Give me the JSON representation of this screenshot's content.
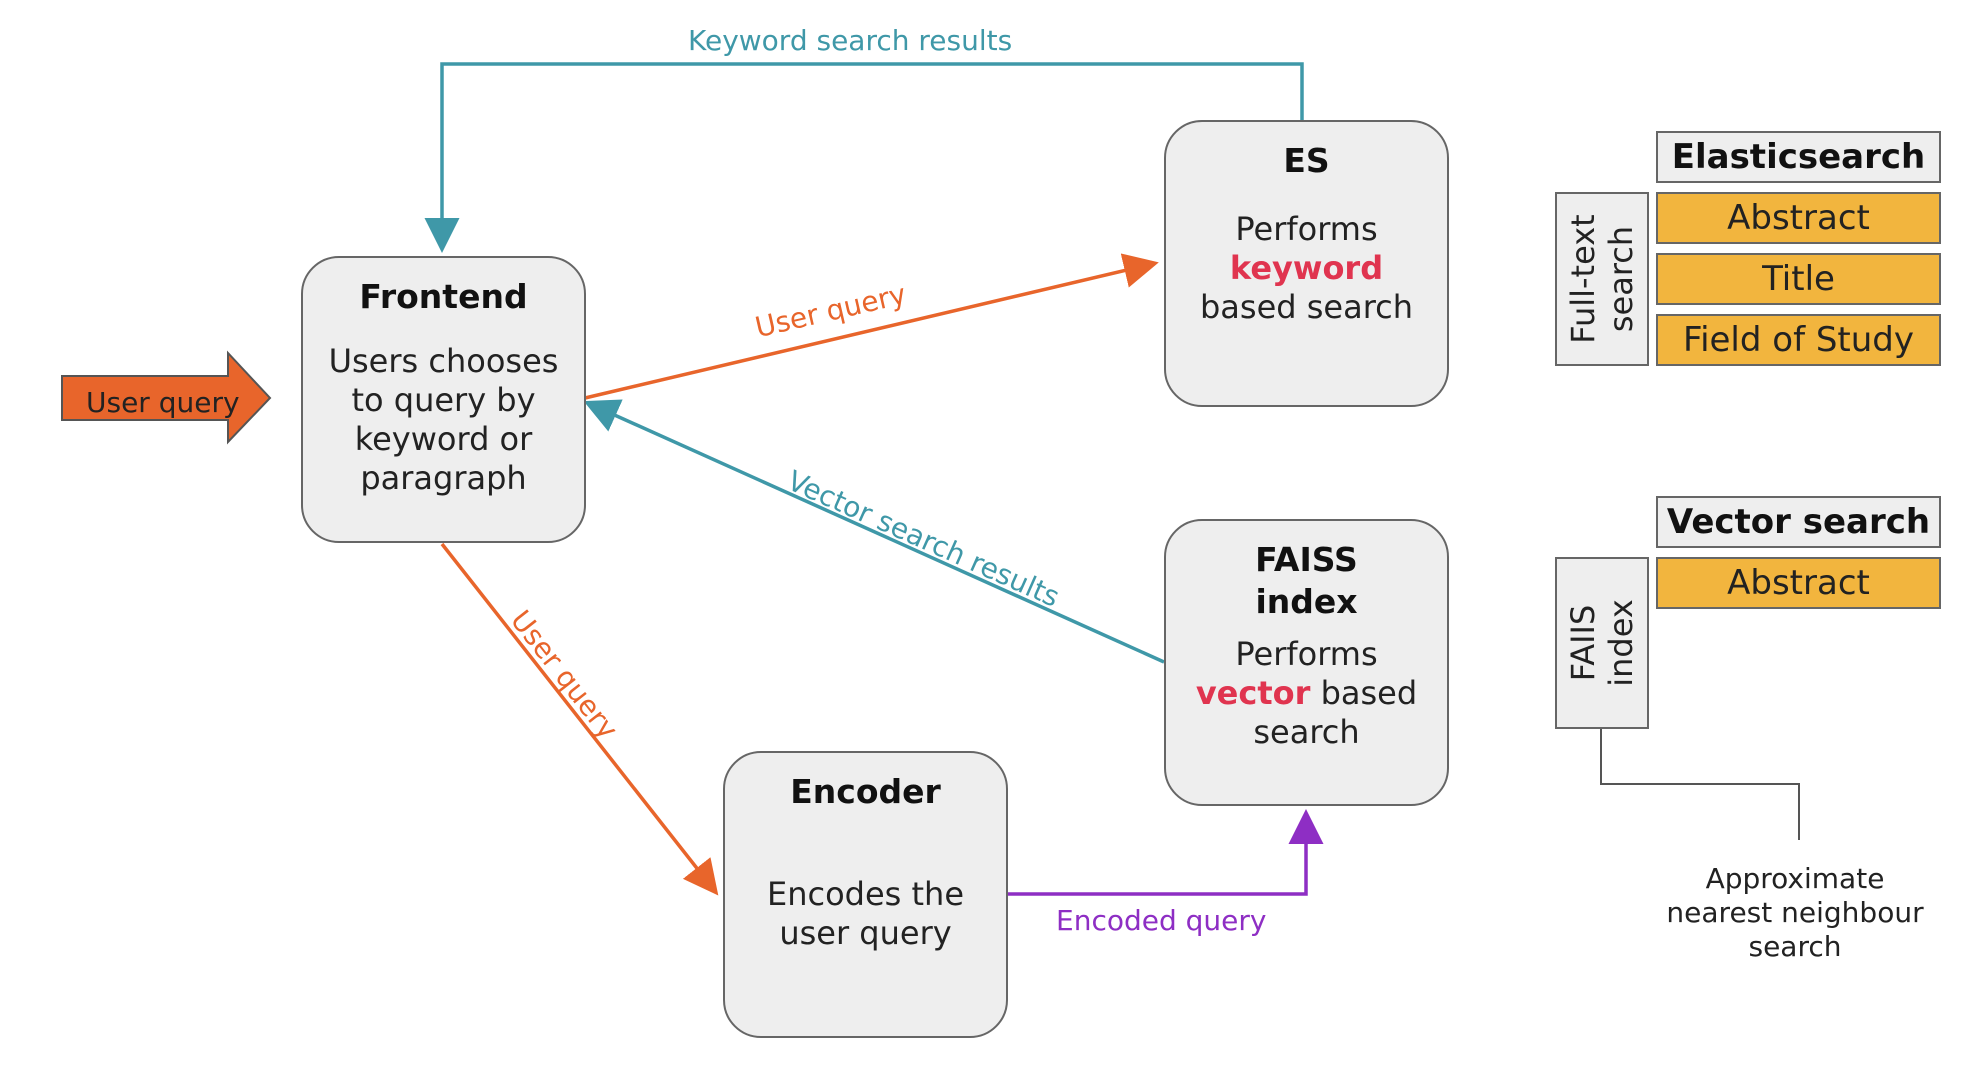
{
  "input_arrow": {
    "label": "User query"
  },
  "nodes": {
    "frontend": {
      "title": "Frontend",
      "desc_lines": [
        "Users chooses",
        "to query by",
        "keyword or",
        "paragraph"
      ]
    },
    "es": {
      "title": "ES",
      "desc_line1": "Performs",
      "desc_highlight": "keyword",
      "desc_line3": "based search"
    },
    "faiss": {
      "title_line1": "FAISS",
      "title_line2": "index",
      "desc_line1": "Performs",
      "desc_highlight": "vector",
      "desc_rest": " based",
      "desc_line3": "search"
    },
    "encoder": {
      "title": "Encoder",
      "desc_lines": [
        "Encodes the",
        "user query"
      ]
    }
  },
  "edges": {
    "keyword_results": "Keyword search results",
    "user_query_to_es": "User query",
    "vector_results": "Vector search results",
    "user_query_to_encoder": "User query",
    "encoded_query": "Encoded query"
  },
  "elasticsearch_table": {
    "header": "Elasticsearch",
    "fields": [
      "Abstract",
      "Title",
      "Field of Study"
    ],
    "side_label": [
      "Full-text",
      "search"
    ]
  },
  "vector_table": {
    "header": "Vector search",
    "fields": [
      "Abstract"
    ],
    "side_label": [
      "FAIIS",
      "index"
    ]
  },
  "annotation": [
    "Approximate",
    "nearest neighbour",
    "search"
  ],
  "colors": {
    "teal": "#3f98a8",
    "orange": "#e8652b",
    "purple": "#8e2ec4",
    "highlight": "#e0344f",
    "field_fill": "#f2b53e",
    "node_fill": "#eeeeee"
  }
}
